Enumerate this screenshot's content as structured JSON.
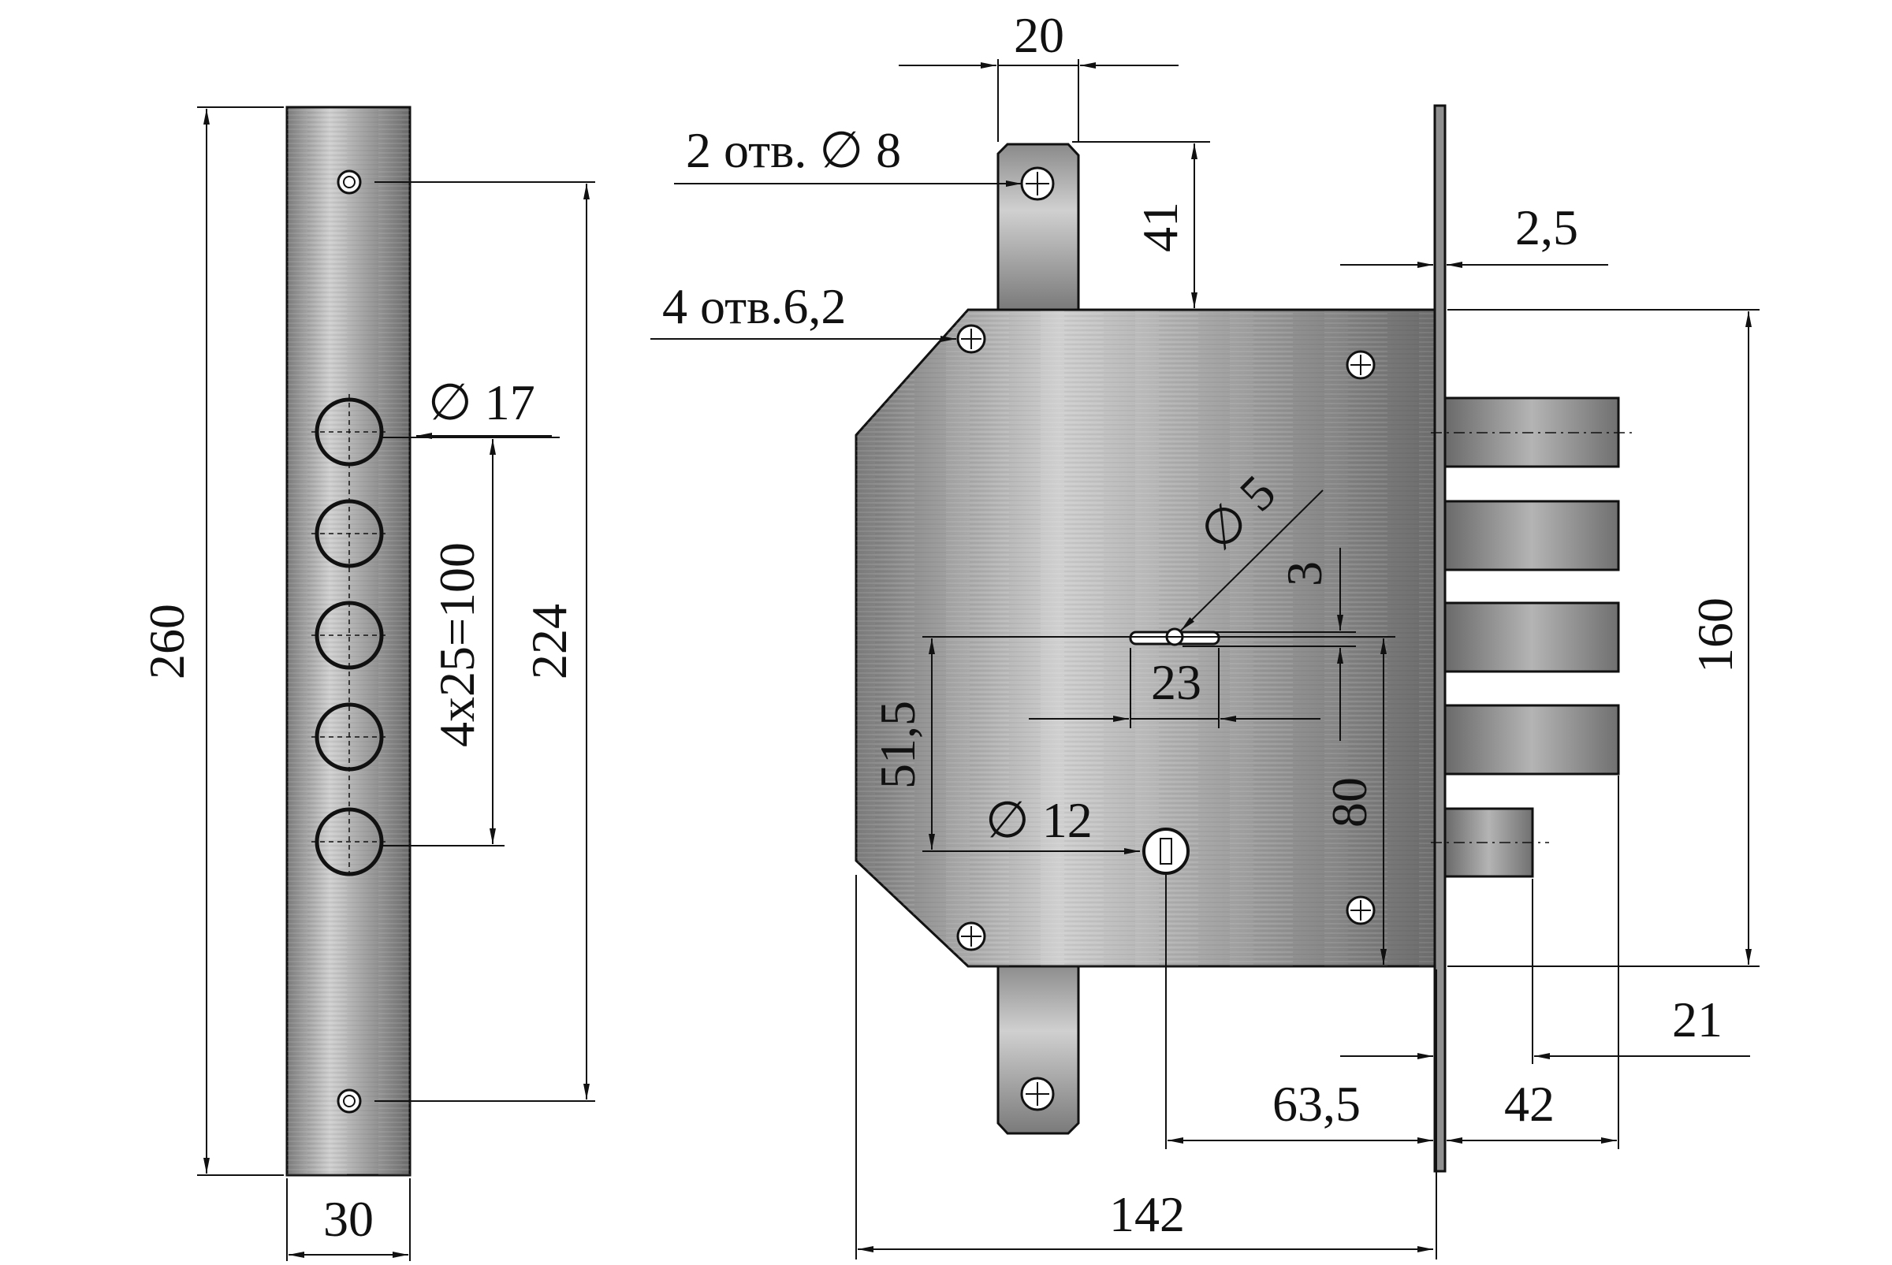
{
  "colors": {
    "line": "#111111",
    "metal_light": "#c9c9c9",
    "metal_mid": "#9a9a9a",
    "metal_dark": "#6e6e6e",
    "background": "#ffffff"
  },
  "faceplate": {
    "height_label": "260",
    "width_label": "30",
    "mount_hole_span_label": "224",
    "pitch_label": "4x25=100",
    "bolt_hole_label": "∅ 17"
  },
  "lock_body": {
    "top_hole_label": "2 отв. ∅ 8",
    "corner_hole_label": "4 отв.6,2",
    "tab_width_label": "20",
    "tab_height_label": "41",
    "plate_thickness_label": "2,5",
    "body_height_label": "160",
    "spindle_hole_label": "∅ 5",
    "spindle_offset_label": "3",
    "keyhole_width_label": "23",
    "spindle_to_key_label": "51,5",
    "key_hole_label": "∅ 12",
    "key_to_edge_label": "80",
    "latch_projection_label": "21",
    "backset_label": "63,5",
    "bolt_projection_label": "42",
    "body_width_label": "142"
  }
}
